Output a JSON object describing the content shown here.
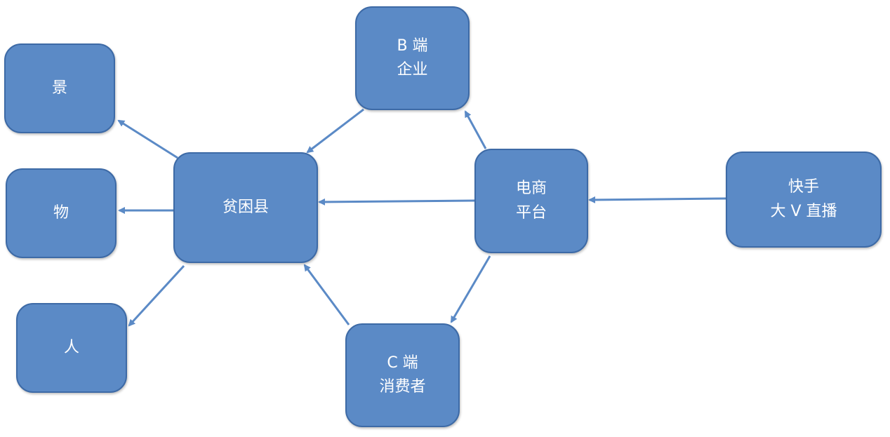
{
  "diagram": {
    "nodes": {
      "jing": {
        "lines": [
          "景"
        ]
      },
      "wu": {
        "lines": [
          "物"
        ]
      },
      "ren": {
        "lines": [
          "人"
        ]
      },
      "pinkunxian": {
        "lines": [
          "贫困县"
        ]
      },
      "b_duan": {
        "lines": [
          "B 端",
          "企业"
        ]
      },
      "c_duan": {
        "lines": [
          "C 端",
          "消费者"
        ]
      },
      "dianshang": {
        "lines": [
          "电商",
          "平台"
        ]
      },
      "kuaishou": {
        "lines": [
          "快手",
          "大 V 直播"
        ]
      }
    },
    "edges": [
      {
        "from": "kuaishou",
        "to": "dianshang"
      },
      {
        "from": "dianshang",
        "to": "pinkunxian"
      },
      {
        "from": "dianshang",
        "to": "b_duan"
      },
      {
        "from": "dianshang",
        "to": "c_duan"
      },
      {
        "from": "b_duan",
        "to": "pinkunxian"
      },
      {
        "from": "c_duan",
        "to": "pinkunxian"
      },
      {
        "from": "pinkunxian",
        "to": "jing"
      },
      {
        "from": "pinkunxian",
        "to": "wu"
      },
      {
        "from": "pinkunxian",
        "to": "ren"
      }
    ],
    "colors": {
      "node_fill": "#5b8ac6",
      "node_border": "#3d6aa6",
      "text": "#ffffff",
      "arrow": "#5b8ac6"
    }
  }
}
